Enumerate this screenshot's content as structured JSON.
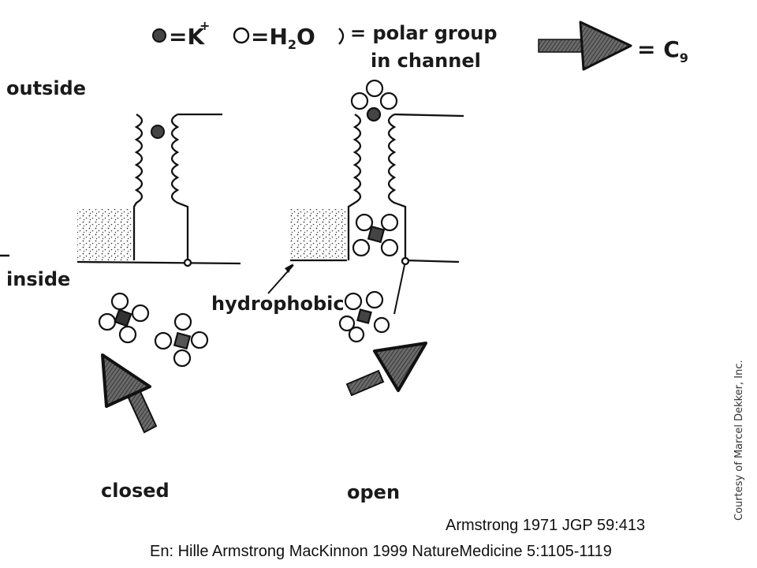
{
  "legend": {
    "k_label": "=K",
    "k_plus": "+",
    "h2o_label_pre": "=H",
    "h2o_sub": "2",
    "h2o_label_post": "O",
    "polar_label_1": "= polar group",
    "polar_label_2": "in channel",
    "c9_label_pre": "= C",
    "c9_sub": "9"
  },
  "labels": {
    "outside": "outside",
    "inside": "inside",
    "hydrophobic": "hydrophobic",
    "closed": "closed",
    "open": "open"
  },
  "citations": {
    "primary": "Armstrong 1971 JGP 59:413",
    "secondary": "En: Hille Armstrong MacKinnon 1999 NatureMedicine 5:1105-1119"
  },
  "credit": "Courtesy of Marcel Dekker, Inc.",
  "colors": {
    "ink": "#1a1a1a",
    "arrow_fill": "#555555",
    "stipple": "#333333"
  }
}
